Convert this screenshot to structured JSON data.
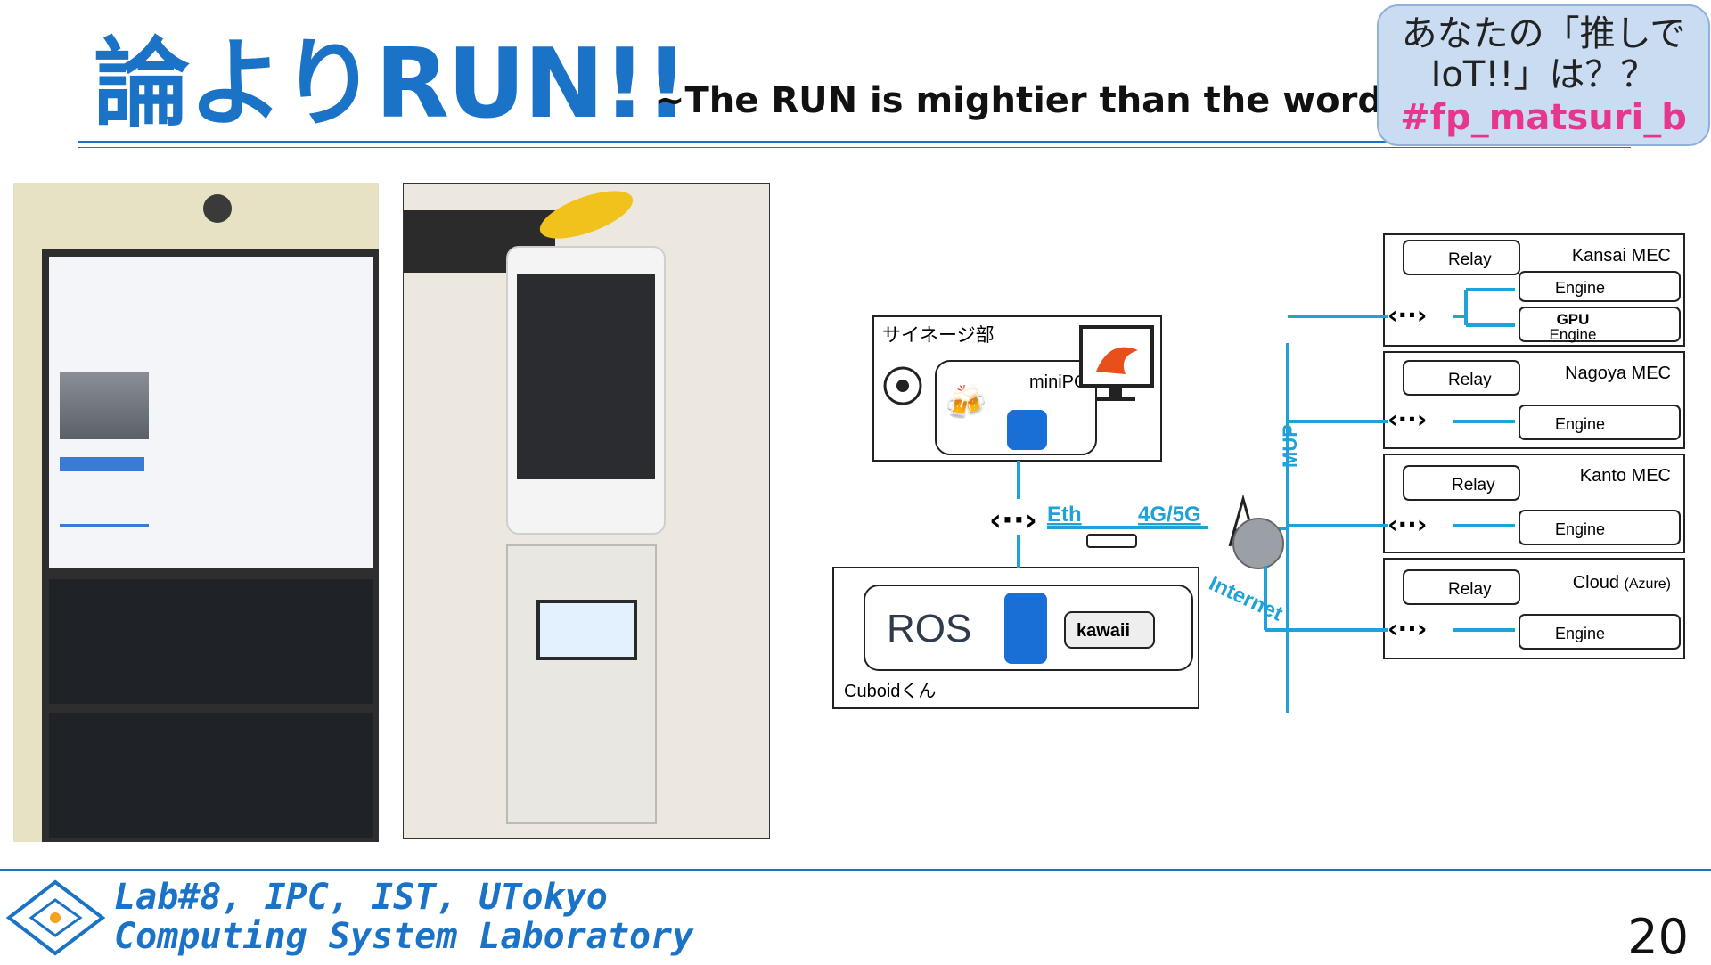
{
  "slide": {
    "title": "論よりRUN!!",
    "subtitle": "~The RUN is mightier than the word~",
    "callout": {
      "line1": "あなたの「推しで",
      "line2": "IoT!!」は？？",
      "hashtag": "#fp_matsuri_b"
    },
    "page_number": "20"
  },
  "footer": {
    "line1": "Lab#8, IPC, IST, UTokyo",
    "line2": "Computing System Laboratory"
  },
  "diagram": {
    "signage_label": "サイネージ部",
    "minipc_label": "miniPC",
    "robot_label": "Cuboidくん",
    "ros_label": "ROS",
    "kawaii_label": "kawaii",
    "eth_label": "Eth",
    "cellular_label": "4G/5G",
    "mup_label": "MUP",
    "internet_label": "Internet",
    "clusters": [
      {
        "name": "Kansai MEC",
        "relay": "Relay",
        "engines": [
          "Engine",
          "GPU Engine"
        ]
      },
      {
        "name": "Nagoya MEC",
        "relay": "Relay",
        "engines": [
          "Engine"
        ]
      },
      {
        "name": "Kanto MEC",
        "relay": "Relay",
        "engines": [
          "Engine"
        ]
      },
      {
        "name": "Cloud",
        "name_suffix": "(Azure)",
        "relay": "Relay",
        "engines": [
          "Engine"
        ]
      }
    ],
    "gpu_line1": "GPU",
    "gpu_line2": "Engine"
  },
  "colors": {
    "accent": "#1a73c7",
    "link": "#1fa2d8",
    "hashtag": "#e6378c"
  }
}
